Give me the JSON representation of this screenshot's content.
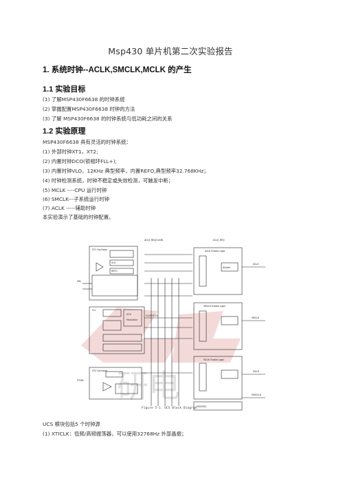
{
  "document": {
    "title": "Msp430 单片机第二次实验报告",
    "section1_heading": "1. 系统时钟--ACLK,SMCLK,MCLK 的产生",
    "s11_heading": "1.1  实验目标",
    "goals": [
      "(1)  了解MSP430F6638  的时钟系统",
      "(2)  掌握配置MSP430F6638  时钟的方法",
      "(3)  了解 MSP430F6638  的时钟系统与低功耗之间的关系"
    ],
    "s12_heading": "1.2  实验原理",
    "principle_lines": [
      "MSP430F6638  具有灵活的时钟系统：",
      "(1)  外部时钟XT1，XT2;",
      "(2)  内置时钟DCO(锁相环FLL+);",
      "(3)  内置时钟VLO，12KHz  典型频率，内置REFO,典型频率32.768KHz；",
      "(4)  时钟检测系统，时钟不稳定或失效检测，可触发中断；",
      "(5) MCLK ----CPU  运行时钟",
      "(6) SMCLK---子系统运行时钟",
      "(7) ACLK -----辅助时钟",
      "本实验演示了基础的时钟配置。"
    ],
    "figure_caption": "Figure 5-1. UCS  Block Diagram",
    "after_lines": [
      "UCS  模块包括5  个时钟源",
      "(1) XTICLK：低频/高频振荡器，可以使用32768Hz  外部晶振；"
    ]
  },
  "diagram": {
    "labels": {
      "top_left": "ACLK_REQ/CLKIN",
      "top_right": "ACLK_REQ",
      "aclk_block": "ACLK Enable Logic",
      "smclk_block": "SMCLK Enable Logic",
      "mclk_block": "MCLK Enable Logic",
      "fll": "FLL",
      "dco": "DCO",
      "dco_mod": "Modulator",
      "xt2": "XT2 Oscillator",
      "xt1": "XT1 Oscillator",
      "vlo": "VLO",
      "refo": "REFO",
      "aclk_out": "ACLK",
      "smclk_out": "SMCLK",
      "mclk_out": "MCLK",
      "modclk": "MODCLK",
      "modosc": "MODOSC",
      "div": "Divider",
      "xt1_in": "XIN",
      "xt2_in": "XT2IN",
      "fll_ref": "FLLREFCLK"
    },
    "watermark": "研电"
  }
}
